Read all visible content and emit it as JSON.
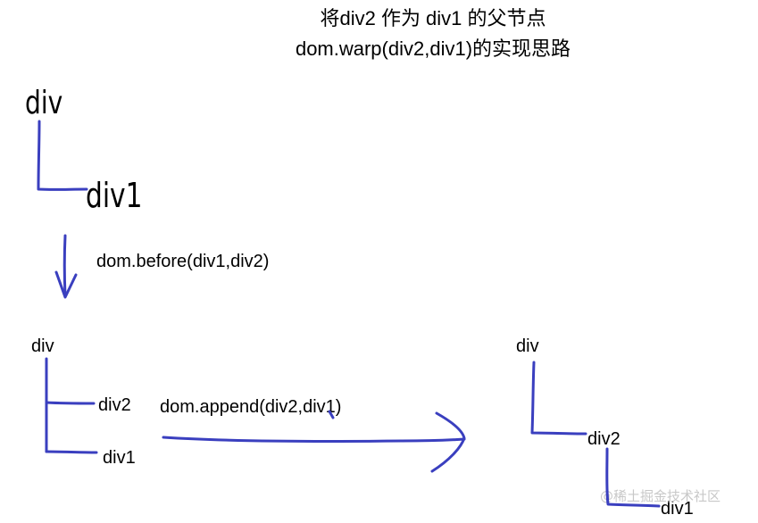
{
  "title": {
    "line1": "将div2 作为 div1 的父节点",
    "line2": "dom.warp(div2,div1)的实现思路"
  },
  "tree1": {
    "parent": "div",
    "child": "div1"
  },
  "step1": {
    "label": "dom.before(div1,div2)"
  },
  "tree2": {
    "parent": "div",
    "child_a": "div2",
    "child_b": "div1"
  },
  "step2": {
    "label": "dom.append(div2,div1)"
  },
  "tree3": {
    "parent": "div",
    "child": "div2",
    "grandchild": "div1"
  },
  "watermark": "@稀土掘金技术社区",
  "colors": {
    "stroke": "#3a3fbf",
    "text": "#000000",
    "watermark": "#c8c8c8"
  }
}
